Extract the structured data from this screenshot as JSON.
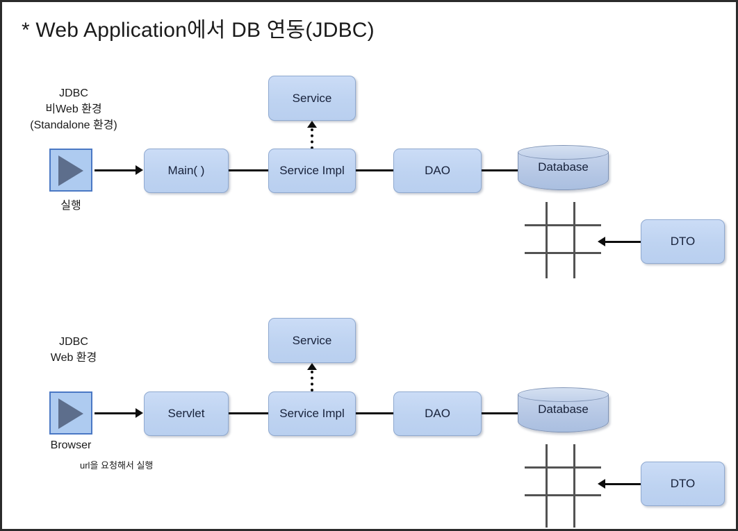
{
  "page": {
    "title": "* Web Application에서 DB 연동(JDBC)",
    "border_color": "#2b2b2b",
    "background": "#ffffff"
  },
  "theme": {
    "node_fill": "#c3d6f2",
    "node_border": "#8fa9d0",
    "node_text": "#17213a",
    "icon_box_fill": "#aecbf0",
    "icon_box_border": "#4a78c4",
    "triangle_fill": "#5d6e8c",
    "connector_color": "#0d0d0d",
    "grid_color": "#535353",
    "db_fill": "#b4c6e4"
  },
  "sections": [
    {
      "id": "standalone",
      "caption_lines": [
        "JDBC",
        "비Web 환경",
        "(Standalone 환경)"
      ],
      "entry_icon": "play-icon",
      "entry_label": "실행",
      "entry_note": "",
      "nodes": [
        {
          "id": "main",
          "label": "Main( )"
        },
        {
          "id": "service-impl",
          "label": "Service Impl"
        },
        {
          "id": "service",
          "label": "Service"
        },
        {
          "id": "dao",
          "label": "DAO"
        },
        {
          "id": "database",
          "label": "Database"
        },
        {
          "id": "dto",
          "label": "DTO"
        }
      ],
      "table_glyph": "grid-table-icon"
    },
    {
      "id": "web",
      "caption_lines": [
        "JDBC",
        "Web 환경"
      ],
      "entry_icon": "play-icon",
      "entry_label": "Browser",
      "entry_note": "url을 요청해서 실행",
      "nodes": [
        {
          "id": "servlet",
          "label": "Servlet"
        },
        {
          "id": "service-impl",
          "label": "Service Impl"
        },
        {
          "id": "service",
          "label": "Service"
        },
        {
          "id": "dao",
          "label": "DAO"
        },
        {
          "id": "database",
          "label": "Database"
        },
        {
          "id": "dto",
          "label": "DTO"
        }
      ],
      "table_glyph": "grid-table-icon"
    }
  ]
}
